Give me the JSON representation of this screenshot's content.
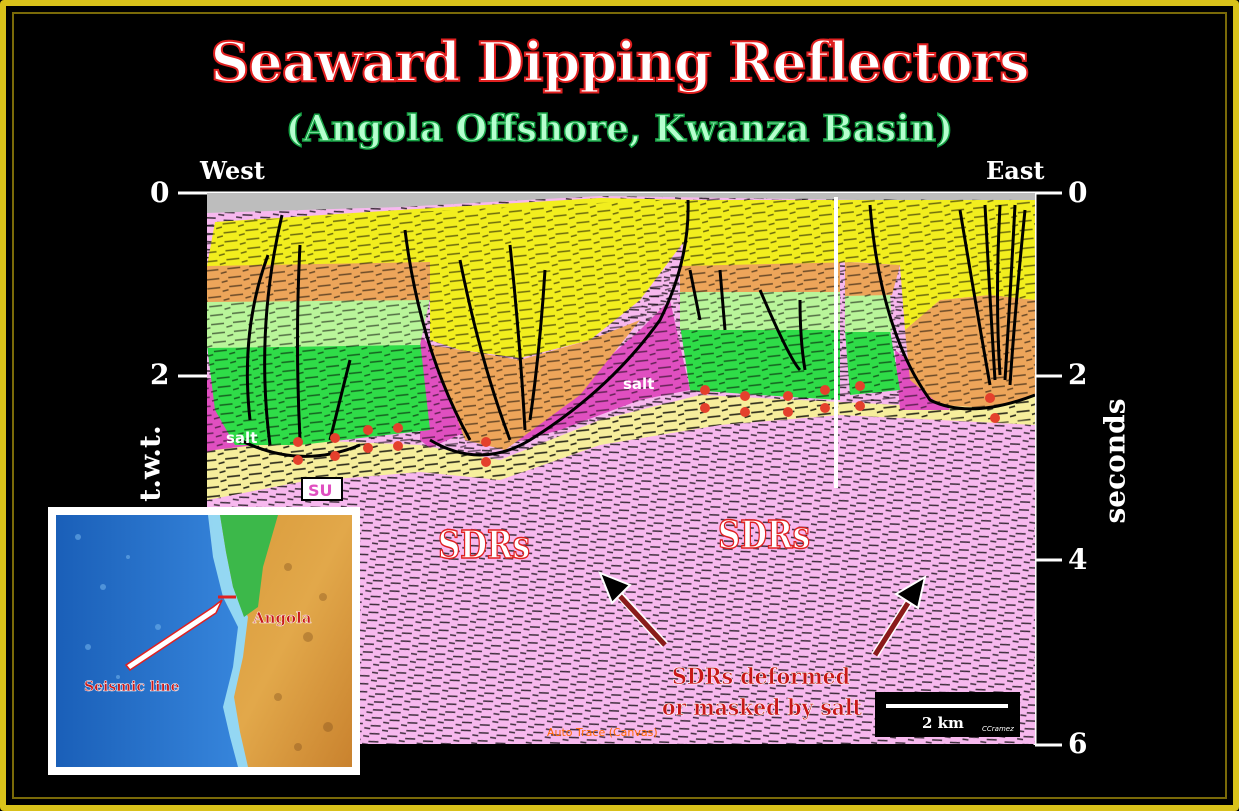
{
  "title": "Seaward Dipping Reflectors",
  "subtitle": "(Angola Offshore, Kwanza Basin)",
  "direction_labels": {
    "west": "West",
    "east": "East"
  },
  "left_axis": {
    "title": "t.w.t.",
    "ticks": [
      "0",
      "2"
    ]
  },
  "right_axis": {
    "title": "seconds",
    "ticks": [
      "0",
      "2",
      "4",
      "6"
    ]
  },
  "section_labels": {
    "salt_left": "salt",
    "salt_center": "salt",
    "su": "SU",
    "sdrs_left": "SDRs",
    "sdrs_right": "SDRs",
    "sdrs_note_line1": "SDRs deformed",
    "sdrs_note_line2": "or masked by salt",
    "trace_credit": "Auto Trace (Canvas)"
  },
  "scale_bar": {
    "label": "2 km",
    "author": "CCramez"
  },
  "inset_map": {
    "country": "Angola",
    "line_label": "Seismic line"
  },
  "colors": {
    "frame": "#d9c21a",
    "title_outline": "#e02020",
    "subtitle_fill": "#b6ffcf",
    "yellow_layer": "#f2ee1e",
    "orange_layer": "#eda55a",
    "light_green_layer": "#b9f59a",
    "green_layer": "#2fdc48",
    "salt": "#e04fc0",
    "basal_layer": "#f6ee9c",
    "basement_sdr": "#f7b8ee"
  }
}
